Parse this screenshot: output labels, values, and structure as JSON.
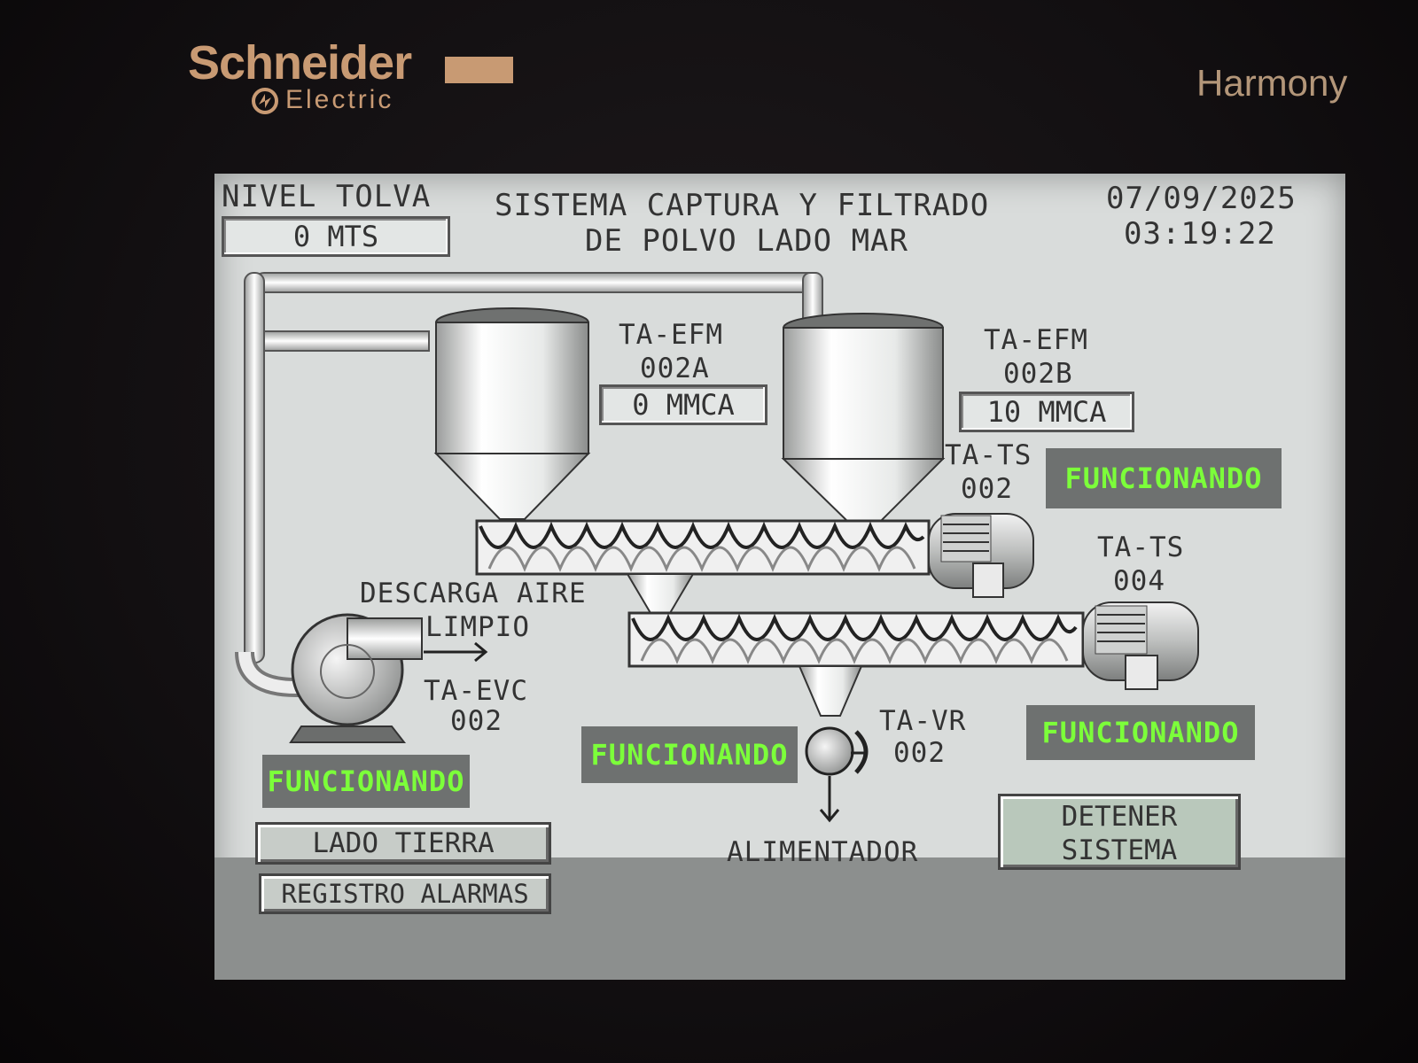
{
  "device": {
    "brand": "Schneider",
    "brand_sub": "Electric",
    "model": "Harmony"
  },
  "header": {
    "level_label": "NIVEL TOLVA",
    "level_value": "0 MTS",
    "title_line1": "SISTEMA CAPTURA Y FILTRADO",
    "title_line2": "DE POLVO LADO MAR",
    "date": "07/09/2025",
    "time": "03:19:22"
  },
  "filters": {
    "a": {
      "tag": "TA-EFM",
      "id": "002A",
      "value": "0 MMCA"
    },
    "b": {
      "tag": "TA-EFM",
      "id": "002B",
      "value": "10 MMCA"
    }
  },
  "equipment": {
    "ts002": {
      "tag": "TA-TS",
      "id": "002",
      "status": "FUNCIONANDO"
    },
    "ts004": {
      "tag": "TA-TS",
      "id": "004",
      "status": "FUNCIONANDO"
    },
    "evc002": {
      "tag": "TA-EVC",
      "id": "002",
      "status": "FUNCIONANDO"
    },
    "vr002": {
      "tag": "TA-VR",
      "id": "002",
      "status": "FUNCIONANDO"
    }
  },
  "labels": {
    "discharge_line1": "DESCARGA AIRE",
    "discharge_line2": "LIMPIO",
    "feeder": "ALIMENTADOR"
  },
  "buttons": {
    "land_side": "LADO TIERRA",
    "alarm_log": "REGISTRO ALARMAS",
    "stop_line1": "DETENER",
    "stop_line2": "SISTEMA"
  },
  "colors": {
    "status_text": "#7cff3a",
    "status_bg": "#6e7170",
    "screen_bg": "#d9dcdb",
    "brand": "#c89a73"
  }
}
